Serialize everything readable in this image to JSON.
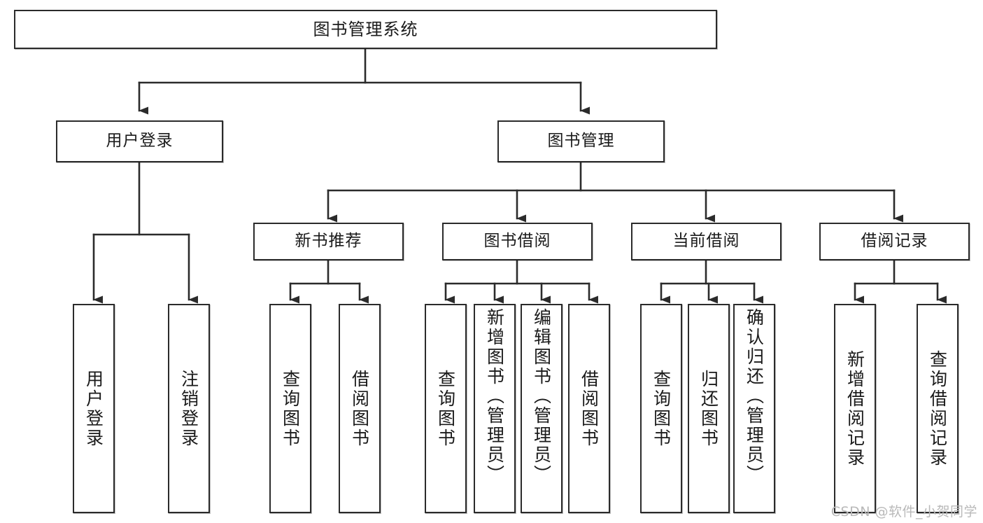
{
  "diagram": {
    "title": "图书管理系统",
    "watermark": "CSDN @软件_小贺同学",
    "colors": {
      "background": "#ffffff",
      "border": "#2b2b2b",
      "text": "#1a1a1a",
      "edge": "#2b2b2b",
      "watermark": "#b9b9b9"
    },
    "nodes": {
      "root": {
        "label": "图书管理系统",
        "level": 0,
        "orientation": "horizontal"
      },
      "user_login": {
        "label": "用户登录",
        "level": 1,
        "orientation": "horizontal"
      },
      "book_manage": {
        "label": "图书管理",
        "level": 1,
        "orientation": "horizontal"
      },
      "new_book_rec": {
        "label": "新书推荐",
        "level": 2,
        "orientation": "horizontal"
      },
      "book_borrow": {
        "label": "图书借阅",
        "level": 2,
        "orientation": "horizontal"
      },
      "current_borrow": {
        "label": "当前借阅",
        "level": 2,
        "orientation": "horizontal"
      },
      "borrow_record": {
        "label": "借阅记录",
        "level": 2,
        "orientation": "horizontal"
      },
      "leaf_user_login": {
        "label": "用户登录",
        "level": 3,
        "orientation": "vertical"
      },
      "leaf_logout": {
        "label": "注销登录",
        "level": 3,
        "orientation": "vertical"
      },
      "leaf_query_book_1": {
        "label": "查询图书",
        "level": 3,
        "orientation": "vertical"
      },
      "leaf_borrow_book_1": {
        "label": "借阅图书",
        "level": 3,
        "orientation": "vertical"
      },
      "leaf_query_book_2": {
        "label": "查询图书",
        "level": 3,
        "orientation": "vertical"
      },
      "leaf_add_book": {
        "label": "新增图书（管理员）",
        "level": 3,
        "orientation": "vertical"
      },
      "leaf_edit_book": {
        "label": "编辑图书（管理员）",
        "level": 3,
        "orientation": "vertical"
      },
      "leaf_borrow_book_2": {
        "label": "借阅图书",
        "level": 3,
        "orientation": "vertical"
      },
      "leaf_query_book_3": {
        "label": "查询图书",
        "level": 3,
        "orientation": "vertical"
      },
      "leaf_return_book": {
        "label": "归还图书",
        "level": 3,
        "orientation": "vertical"
      },
      "leaf_confirm_return": {
        "label": "确认归还（管理员）",
        "level": 3,
        "orientation": "vertical"
      },
      "leaf_add_record": {
        "label": "新增借阅记录",
        "level": 3,
        "orientation": "vertical"
      },
      "leaf_query_record": {
        "label": "查询借阅记录",
        "level": 3,
        "orientation": "vertical"
      }
    },
    "edges": [
      {
        "from": "root",
        "to": "user_login"
      },
      {
        "from": "root",
        "to": "book_manage"
      },
      {
        "from": "user_login",
        "to": "leaf_user_login"
      },
      {
        "from": "user_login",
        "to": "leaf_logout"
      },
      {
        "from": "book_manage",
        "to": "new_book_rec"
      },
      {
        "from": "book_manage",
        "to": "book_borrow"
      },
      {
        "from": "book_manage",
        "to": "current_borrow"
      },
      {
        "from": "book_manage",
        "to": "borrow_record"
      },
      {
        "from": "new_book_rec",
        "to": "leaf_query_book_1"
      },
      {
        "from": "new_book_rec",
        "to": "leaf_borrow_book_1"
      },
      {
        "from": "book_borrow",
        "to": "leaf_query_book_2"
      },
      {
        "from": "book_borrow",
        "to": "leaf_add_book"
      },
      {
        "from": "book_borrow",
        "to": "leaf_edit_book"
      },
      {
        "from": "book_borrow",
        "to": "leaf_borrow_book_2"
      },
      {
        "from": "current_borrow",
        "to": "leaf_query_book_3"
      },
      {
        "from": "current_borrow",
        "to": "leaf_return_book"
      },
      {
        "from": "current_borrow",
        "to": "leaf_confirm_return"
      },
      {
        "from": "borrow_record",
        "to": "leaf_add_record"
      },
      {
        "from": "borrow_record",
        "to": "leaf_query_record"
      }
    ]
  }
}
